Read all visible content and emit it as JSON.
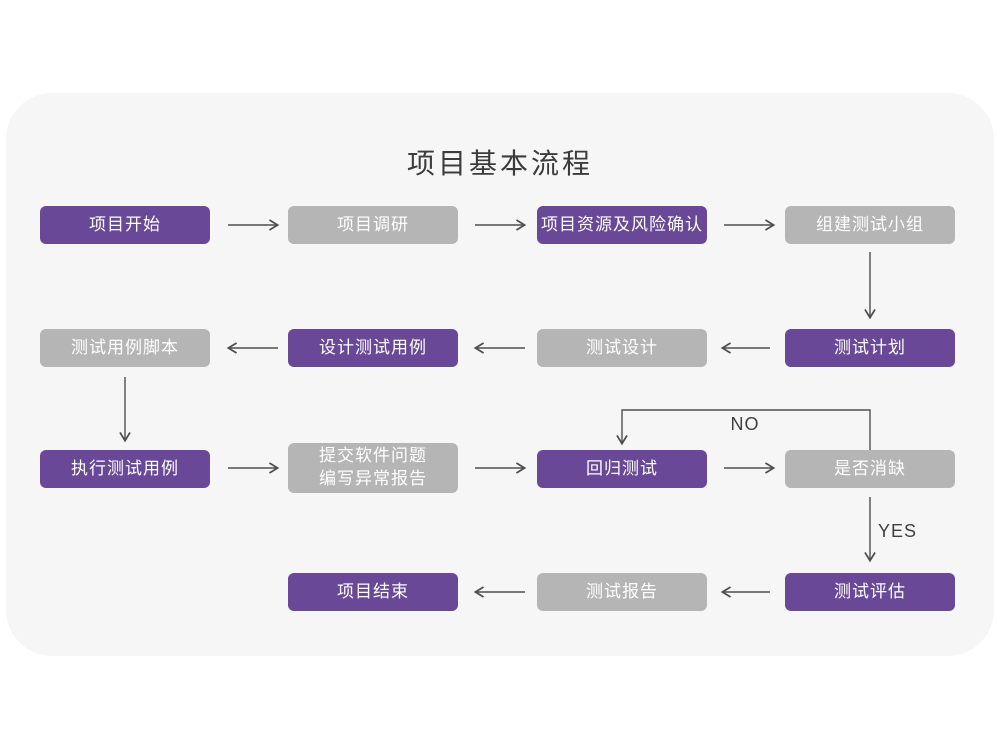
{
  "title": "项目基本流程",
  "edge_labels": {
    "no": "NO",
    "yes": "YES"
  },
  "colors": {
    "node_purple": "#6A4898",
    "node_gray": "#B5B5B5",
    "panel_bg": "#F6F6F6",
    "arrow": "#4F4F4F",
    "text_on_node": "#FFFFFF",
    "title_text": "#3C3C3C"
  },
  "nodes": [
    {
      "id": "project-start",
      "label": "项目开始",
      "variant": "purple"
    },
    {
      "id": "project-research",
      "label": "项目调研",
      "variant": "gray"
    },
    {
      "id": "project-resources-risk",
      "label": "项目资源及风险确认",
      "variant": "purple"
    },
    {
      "id": "build-test-team",
      "label": "组建测试小组",
      "variant": "gray"
    },
    {
      "id": "test-plan",
      "label": "测试计划",
      "variant": "purple"
    },
    {
      "id": "test-design",
      "label": "测试设计",
      "variant": "gray"
    },
    {
      "id": "design-test-cases",
      "label": "设计测试用例",
      "variant": "purple"
    },
    {
      "id": "test-case-scripts",
      "label": "测试用例脚本",
      "variant": "gray"
    },
    {
      "id": "execute-test-cases",
      "label": "执行测试用例",
      "variant": "purple"
    },
    {
      "id": "submit-issue-report",
      "label": "提交软件问题\n编写异常报告",
      "variant": "gray"
    },
    {
      "id": "regression-test",
      "label": "回归测试",
      "variant": "purple"
    },
    {
      "id": "defect-resolved",
      "label": "是否消缺",
      "variant": "gray"
    },
    {
      "id": "test-evaluation",
      "label": "测试评估",
      "variant": "purple"
    },
    {
      "id": "test-report",
      "label": "测试报告",
      "variant": "gray"
    },
    {
      "id": "project-end",
      "label": "项目结束",
      "variant": "purple"
    }
  ]
}
